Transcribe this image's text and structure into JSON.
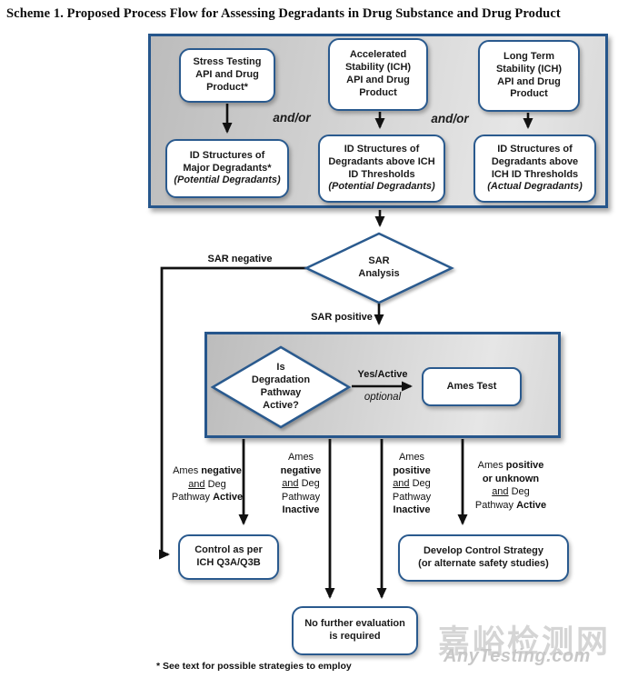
{
  "title": "Scheme 1. Proposed Process Flow for Assessing Degradants in Drug Substance and Drug Product",
  "colors": {
    "border_blue": "#2a5a8e",
    "container_border_blue": "#26568c",
    "line_black": "#111111",
    "container_gray_light": "#e6e6e6",
    "container_gray_dark": "#bcbcbc",
    "watermark_gray": "#d5d5d5"
  },
  "top_section": {
    "and_or_left": "and/or",
    "and_or_right": "and/or",
    "sources": [
      {
        "lines": "Stress Testing\nAPI  and Drug\nProduct*"
      },
      {
        "lines": "Accelerated\nStability (ICH)\nAPI and Drug\nProduct"
      },
      {
        "lines": "Long Term\nStability (ICH)\nAPI and Drug\nProduct"
      }
    ],
    "id_boxes": [
      {
        "lines": "ID Structures of\nMajor Degradants*\n//(Potential Degradants)//"
      },
      {
        "lines": "ID Structures of\nDegradants above ICH\nID Thresholds\n//(Potential Degradants)//"
      },
      {
        "lines": "ID Structures of\nDegradants above\nICH ID Thresholds\n//(Actual Degradants)//"
      }
    ]
  },
  "sar": {
    "diamond_label": "SAR\nAnalysis",
    "negative_label": "SAR negative",
    "positive_label": "SAR positive"
  },
  "ames_section": {
    "diamond_label": "Is\nDegradation\nPathway\nActive?",
    "arrow_label_top": "Yes/Active",
    "arrow_label_bottom": "optional",
    "ames_box_label": "Ames Test"
  },
  "branches": [
    {
      "lines": "Ames **negative**\n__and__ Deg\nPathway **Active**"
    },
    {
      "lines": "Ames\n**negative**\n__and__ Deg\nPathway\n**Inactive**"
    },
    {
      "lines": "Ames\n**positive**\n__and__ Deg\nPathway\n**Inactive**"
    },
    {
      "lines": "Ames **positive**\n**or unknown**\n__and__ Deg\nPathway **Active**"
    }
  ],
  "outcomes": {
    "control": "Control as per\nICH Q3A/Q3B",
    "develop": "Develop Control Strategy\n(or alternate safety studies)",
    "no_further": "No further evaluation\nis required"
  },
  "footnote": "* See text for possible strategies to employ",
  "watermark": {
    "site_name_cn": "嘉峪检测网",
    "site_name_en": "AnyTesting.com"
  }
}
